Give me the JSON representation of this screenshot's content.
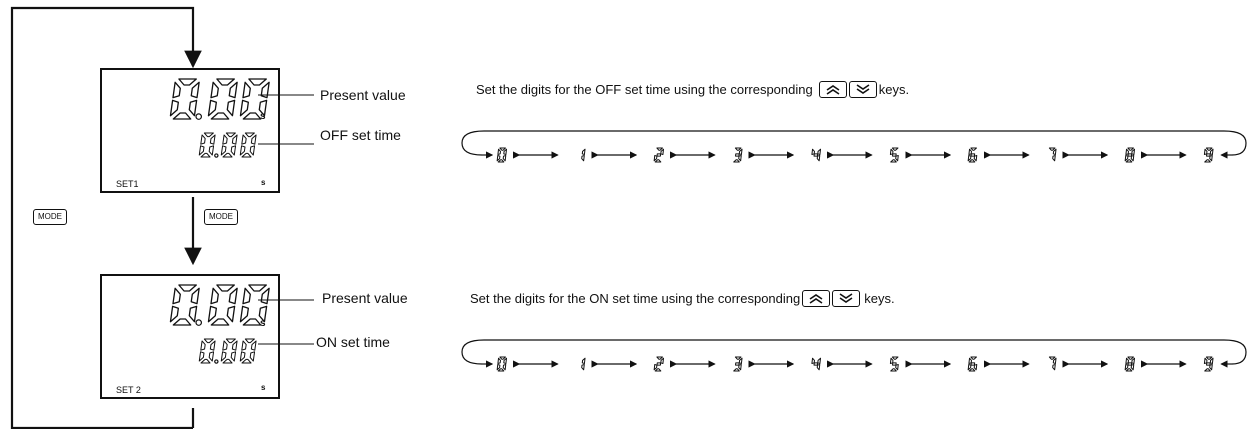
{
  "displays": [
    {
      "present_value": "0.00",
      "present_unit": "s",
      "set_value": "0.00",
      "set_unit": "s",
      "set_label": "SET1",
      "present_label": "Present value",
      "set_time_label": "OFF set time"
    },
    {
      "present_value": "0.00",
      "present_unit": "s",
      "set_value": "0.00",
      "set_unit": "s",
      "set_label": "SET 2",
      "present_label": "Present value",
      "set_time_label": "ON set time"
    }
  ],
  "mode_key_outer": "MODE",
  "mode_key_inner": "MODE",
  "instructions": [
    {
      "before": "Set the digits for the OFF set time using the corresponding",
      "after": "keys."
    },
    {
      "before": "Set the digits for the ON set time using the corresponding",
      "after": " keys."
    }
  ],
  "digit_sequence": [
    "0",
    "1",
    "2",
    "3",
    "4",
    "5",
    "6",
    "7",
    "8",
    "9"
  ],
  "keys": {
    "up": "up-key-icon",
    "down": "down-key-icon"
  }
}
